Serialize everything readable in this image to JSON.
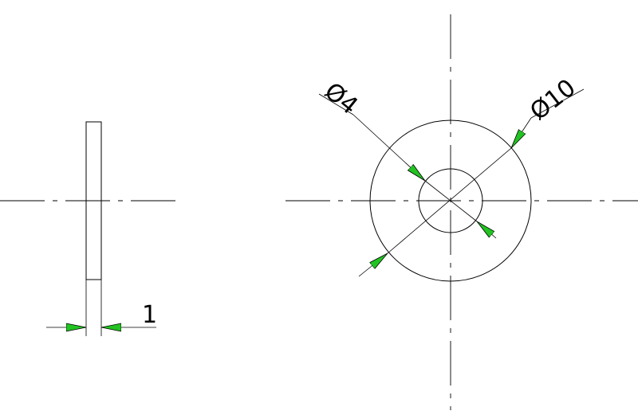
{
  "drawing": {
    "dims": {
      "thickness": "1",
      "inner_diameter": "Ø4",
      "outer_diameter": "Ø10"
    },
    "colors": {
      "arrow_fill": "#22c322",
      "line": "#000000"
    }
  }
}
